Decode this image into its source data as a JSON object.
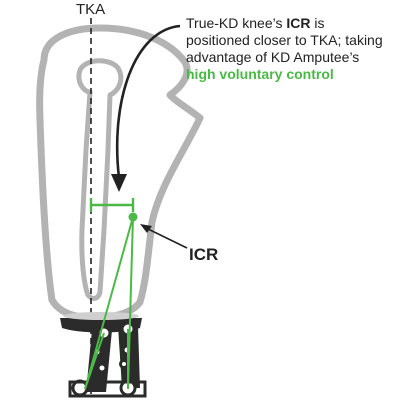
{
  "labels": {
    "tka": "TKA",
    "icr": "ICR"
  },
  "annotation": {
    "line1_pre": "True-KD knee’s ",
    "line1_bold": "ICR",
    "line1_post": " is",
    "line2": "positioned closer to TKA; taking",
    "line3": "advantage of KD Amputee’s",
    "line4_accent": "high voluntary control"
  },
  "colors": {
    "socket_outline": "#b3b3b3",
    "accent_green": "#4cb848",
    "ink": "#222222",
    "hardware": "#2b2b2b"
  },
  "icons": [
    "curved-arrow-icon",
    "pointer-arrow-icon"
  ]
}
